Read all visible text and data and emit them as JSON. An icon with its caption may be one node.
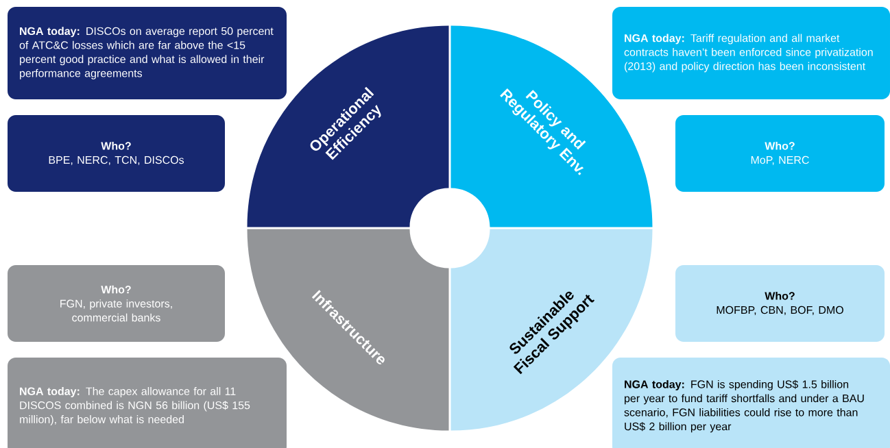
{
  "diagram": {
    "nodes": [
      {
        "text": [
          "**NGA today:** DISCOs on average report 50 percent of ATC&C losses which are far above the <15 percent good practice and what is allowed in their performance agreements"
        ]
      },
      {
        "text": [
          "Operational Efficiency"
        ]
      },
      {
        "text": [
          "Policy and Regulatory Env."
        ]
      },
      {
        "text": [
          "**NGA today:** Tariff regulation and all market contracts haven’t been enforced since privatization (2013) and policy direction has been inconsistent"
        ]
      },
      {
        "text": [
          "Who?",
          "BPE, NERC, TCN, DISCOs"
        ]
      },
      {
        "text": [
          "Who?",
          "MoP, NERC"
        ]
      },
      {
        "text": [
          "Who?",
          "FGN, private investors, commercial banks"
        ]
      },
      {
        "text": [
          "Infrastructure"
        ]
      },
      {
        "text": [
          "Sustainable Fiscal Support"
        ]
      },
      {
        "text": [
          "Who?",
          "MOFBP, CBN, BOF, DMO"
        ]
      },
      {
        "text": [
          "**NGA today:** The capex allowance for all 11 DISCOS combined is NGN 56 billion (US$ 155 million), far below what is needed"
        ]
      },
      {
        "text": [
          "**NGA today:** FGN is spending US$ 1.5 billion per year to fund tariff shortfalls and under a BAU scenario, FGN liabilities could rise to more than US$ 2 billion per year"
        ]
      }
    ]
  }
}
